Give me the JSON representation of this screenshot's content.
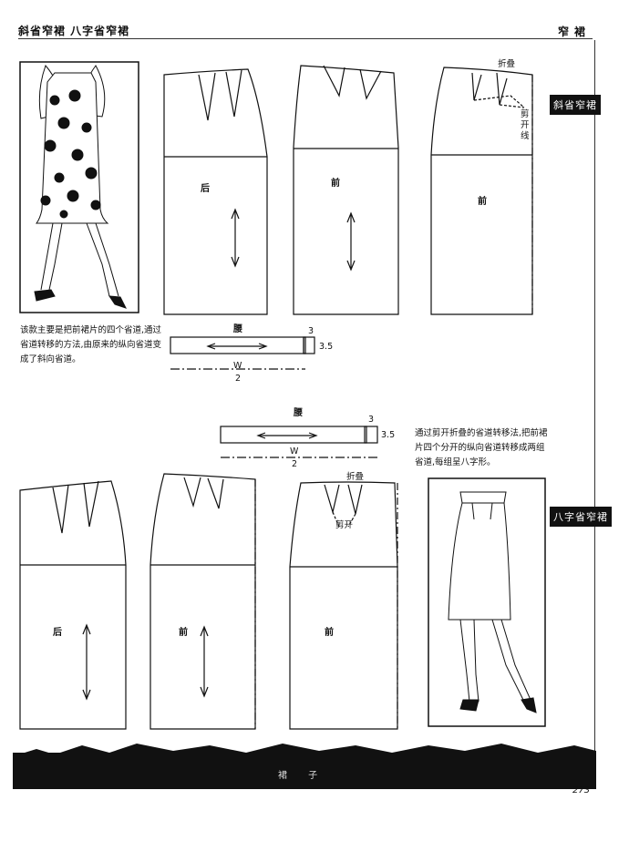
{
  "header": {
    "left_title": "斜省窄裙 八字省窄裙",
    "right_title": "窄裙"
  },
  "side_tags": {
    "slanted": "斜省窄裙",
    "eight": "八字省窄裙"
  },
  "top_section": {
    "description": "该款主要是把前裙片的四个省道,通过省道转移的方法,由原来的纵向省道变成了斜向省道。",
    "panel_labels": [
      "后",
      "前",
      "前"
    ],
    "fold_label": "折叠",
    "cut_label": "剪开线",
    "waistband": {
      "title": "腰",
      "width_label": "3",
      "height_label": "3.5",
      "w": "W",
      "div": "2"
    }
  },
  "bottom_section": {
    "description": "通过剪开折叠的省道转移法,把前裙片四个分开的纵向省道转移成两组省道,每组呈八字形。",
    "panel_labels": [
      "后",
      "前",
      "前"
    ],
    "fold_label": "折叠",
    "cut_label": "剪开",
    "waistband": {
      "title": "腰",
      "width_label": "3",
      "height_label": "3.5",
      "w": "W",
      "div": "2"
    }
  },
  "footer": {
    "bar_text": "裙 子",
    "page_number": "273"
  },
  "colors": {
    "ink": "#111111",
    "paper": "#ffffff"
  }
}
